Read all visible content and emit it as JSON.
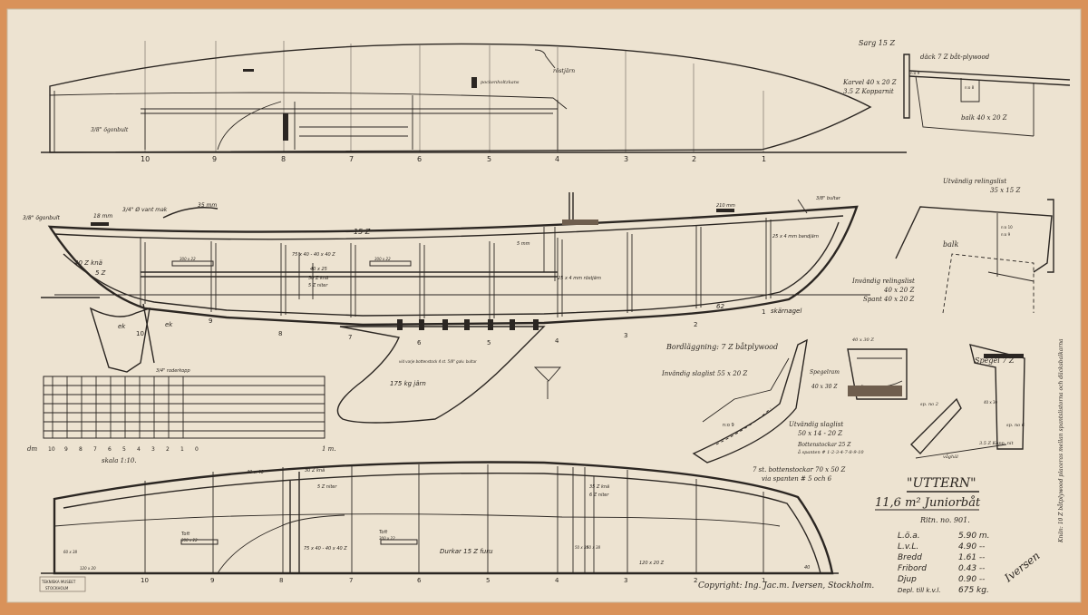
{
  "sheet": {
    "paper_color": "#ede3d1",
    "border_color": "#d9925a",
    "ink_color": "#2b2622"
  },
  "header": {
    "name": "\"UTTERN\"",
    "class": "11,6 m² Juniorbåt",
    "drawing_no": "Ritn. no. 901."
  },
  "specs": [
    {
      "label": "L.ö.a.",
      "value": "5.90 m."
    },
    {
      "label": "L.v.L.",
      "value": "4.90 --"
    },
    {
      "label": "Bredd",
      "value": "1.61 --"
    },
    {
      "label": "Fribord",
      "value": "0.43 --"
    },
    {
      "label": "Djup",
      "value": "0.90 --"
    },
    {
      "label": "Depl. till k.v.l.",
      "value": "675 kg."
    }
  ],
  "copyright": "Copyright: Ing. Jac.m. Iversen, Stockholm.",
  "signature": "Iversen",
  "stamp": [
    "TEKNISKA MUSEET",
    "STOCKHOLM"
  ],
  "scale": {
    "left_label": "dm",
    "ticks": [
      "10",
      "9",
      "8",
      "7",
      "6",
      "5",
      "4",
      "3",
      "2",
      "1",
      "0"
    ],
    "right_label": "1 m.",
    "caption": "skala 1:10."
  },
  "station_numbers": [
    "10",
    "9",
    "8",
    "7",
    "6",
    "5",
    "4",
    "3",
    "2",
    "1"
  ],
  "top_view_labels": {
    "eye_bolt": "3/8\" ögonbult",
    "mast_strap": "röstjärn",
    "plate": "pockenholtzkans"
  },
  "profile_labels": {
    "eye_bolt": "3/8\" ögonbult",
    "cleat_a": "18 mm",
    "cleat_b": "3/4\" Ø vant mak",
    "size_35": "35 mm",
    "gunwale_15": "15 Z",
    "knee": "40 Z knä",
    "t52": "5 Z",
    "rim_a": "75 x 40 - 40 x 40 Z",
    "rim_b": "40 x 25",
    "rim_c": "50 Z knä",
    "rim_d": "5 Z niter",
    "thwart_a": "300 x 22",
    "thwart_b": "300 x 22",
    "chain_a": "5 mm",
    "chain_b": "25 x 4 mm röstjärn",
    "bolt": "3/8\" bultar",
    "band": "25 x 4 mm bandjärn",
    "d210": "210 mm",
    "clench": "skärnagel",
    "oak_a": "ek",
    "oak_b": "ek",
    "rudder": "3/4\" roderkopp",
    "keel_note": "vid varje bottenstock 4 st. 5/8\" galv. bultar",
    "keel_iron": "175 kg järn",
    "n62": "62"
  },
  "plan_labels": {
    "t40": "40 x 40",
    "knee": "30 Z knä",
    "niter": "5 Z niter",
    "knee2": "35 Z knä",
    "niter2": "6 Z niter",
    "thwart_a": "Toft",
    "thwart_a2": "300 x 22",
    "thwart_b": "Toft",
    "thwart_b2": "300 x 22",
    "rim": "75 x 40 - 40 x 40 Z",
    "floor": "Durkar 15 Z furu",
    "stern": "120 x 20 Z",
    "s60": "60 x 38",
    "s20": "120 x 20",
    "s50a": "50 x 38",
    "s50b": "50 x 38",
    "n40": "40"
  },
  "deck_detail": {
    "sarg": "Sarg 15 Z",
    "deck": "däck 7 Z båt-plywood",
    "karvel": "Karvel 40 x 20 Z",
    "kopparnit": "3.5 Z Kopparnit",
    "balk": "balk 40 x 20 Z",
    "n08a": "n:o 8",
    "n09": "n:o 9"
  },
  "rail_detail": {
    "outer": "Utvändig relingslist",
    "outer_size": "35 x 15 Z",
    "balk": "balk",
    "inner": "Invändig relingslist",
    "inner_size": "40 x 20 Z",
    "spant": "Spant 40 x 20 Z",
    "n10": "n:o 10",
    "n9": "n:o 9"
  },
  "bottom_detail": {
    "planking": "Bordläggning: 7 Z båtplywood",
    "inner_list": "Invändig slaglist 55 x 20 Z",
    "outer_list": "Utvändig slaglist",
    "outer_size": "50 x 14 - 20 Z",
    "floors": "Bottenstockar 25 Z",
    "floors2": "å spanten # 1-2-3-4-7-8-9-10",
    "floors3": "7 st. bottenstockar 70 x 50 Z",
    "floors4": "via spanten # 5 och 6",
    "n9": "n:o 9",
    "frame": "Spegelram",
    "frame_size": "40 x 30 Z",
    "frame_top": "40 x 30 Z"
  },
  "transom_detail": {
    "mirror": "Spegel 7 Z",
    "sp2": "sp. no 2",
    "sp6": "sp. no 6",
    "size": "40 x 30",
    "nit": "3.5 Z Kopp. nit",
    "brace": "våghäl",
    "side": "Knän: 10 Z båtplywood placeras mellan spantslistorna och däcksbalkarna"
  }
}
